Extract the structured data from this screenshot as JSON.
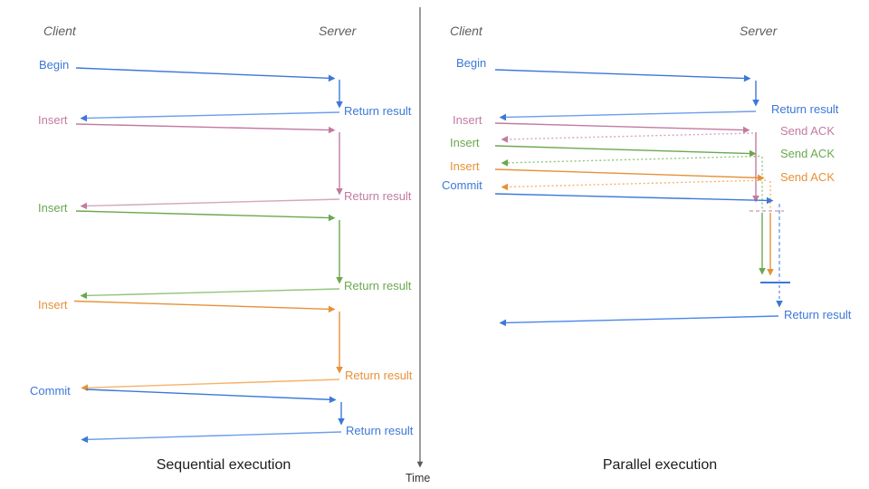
{
  "left_panel": {
    "client_header": "Client",
    "server_header": "Server",
    "title": "Sequential execution",
    "begin_label": "Begin",
    "insert1_label": "Insert",
    "insert2_label": "Insert",
    "insert3_label": "Insert",
    "commit_label": "Commit",
    "return_begin": "Return result",
    "return_insert1": "Return result",
    "return_insert2": "Return result",
    "return_insert3": "Return result",
    "return_commit": "Return result"
  },
  "right_panel": {
    "client_header": "Client",
    "server_header": "Server",
    "title": "Parallel execution",
    "begin_label": "Begin",
    "insert1_label": "Insert",
    "insert2_label": "Insert",
    "insert3_label": "Insert",
    "commit_label": "Commit",
    "return_begin": "Return result",
    "ack_insert1": "Send ACK",
    "ack_insert2": "Send ACK",
    "ack_insert3": "Send ACK",
    "return_commit": "Return result"
  },
  "time_axis": {
    "label": "Time"
  },
  "palette": {
    "blue": "#3c78d8",
    "blue_light": "#6d9eeb",
    "blue_return": "#4a86e8",
    "pink": "#c27ba0",
    "pink_light": "#d5a6bd",
    "green": "#6aa84f",
    "green_light": "#93c47d",
    "orange": "#e69138",
    "orange_light": "#f6b26b",
    "axis_gray": "#595959",
    "header_gray": "#5e5e5e",
    "title_black": "#1c1c1c"
  }
}
